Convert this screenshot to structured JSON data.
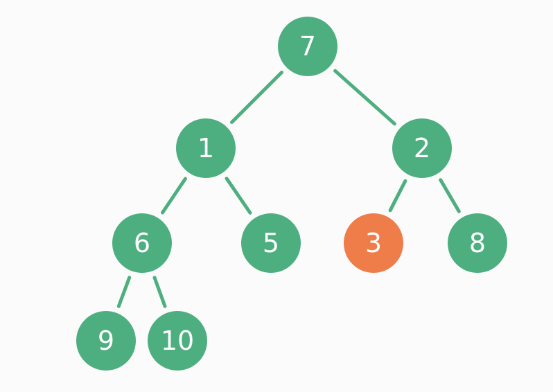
{
  "colors": {
    "node": "#4daf80",
    "highlight": "#ee7d4a",
    "edge": "#4daf80"
  },
  "nodes": [
    {
      "id": "n7",
      "label": "7",
      "highlighted": false
    },
    {
      "id": "n1",
      "label": "1",
      "highlighted": false
    },
    {
      "id": "n2",
      "label": "2",
      "highlighted": false
    },
    {
      "id": "n6",
      "label": "6",
      "highlighted": false
    },
    {
      "id": "n5",
      "label": "5",
      "highlighted": false
    },
    {
      "id": "n3",
      "label": "3",
      "highlighted": true
    },
    {
      "id": "n8",
      "label": "8",
      "highlighted": false
    },
    {
      "id": "n9",
      "label": "9",
      "highlighted": false
    },
    {
      "id": "n10",
      "label": "10",
      "highlighted": false
    }
  ],
  "edges": [
    {
      "from": "n7",
      "to": "n1"
    },
    {
      "from": "n7",
      "to": "n2"
    },
    {
      "from": "n1",
      "to": "n6"
    },
    {
      "from": "n1",
      "to": "n5"
    },
    {
      "from": "n2",
      "to": "n3"
    },
    {
      "from": "n2",
      "to": "n8"
    },
    {
      "from": "n6",
      "to": "n9"
    },
    {
      "from": "n6",
      "to": "n10"
    }
  ]
}
